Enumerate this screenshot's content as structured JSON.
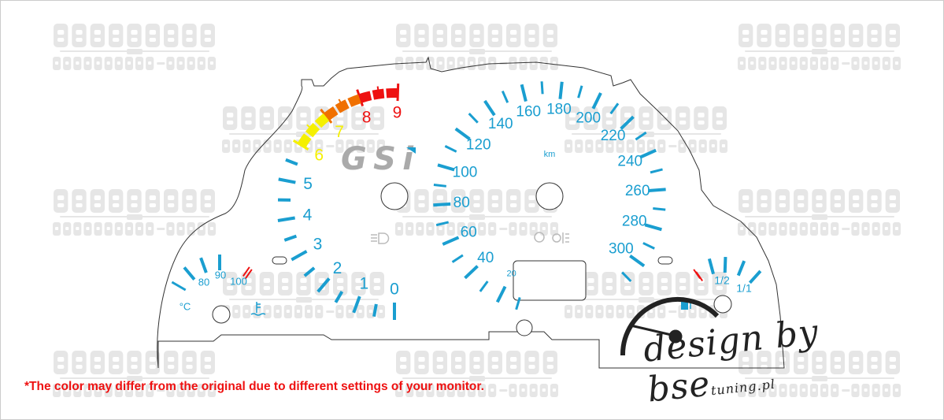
{
  "watermark": {
    "brand": "BSEDESIGN",
    "sub": "LTD",
    "tagline": "INVENTIONS-IDEAS"
  },
  "tachometer": {
    "labels": [
      "0",
      "1",
      "2",
      "3",
      "4",
      "5",
      "6",
      "7",
      "8",
      "9"
    ],
    "yellow_from": 6,
    "orange_from": 7,
    "red_from": 8
  },
  "speedometer": {
    "labels": [
      "20",
      "40",
      "60",
      "80",
      "100",
      "120",
      "140",
      "160",
      "180",
      "200",
      "220",
      "240",
      "260",
      "280",
      "300"
    ],
    "unit": "km"
  },
  "temperature": {
    "labels": [
      "80",
      "90",
      "100"
    ],
    "unit": "°C"
  },
  "fuel": {
    "labels": [
      "1/2",
      "1/1"
    ]
  },
  "logo": "GSi",
  "signature": {
    "main": "design by bse",
    "suffix": "tuning.pl"
  },
  "notice": "*The color may differ from the original due to different settings of your monitor.",
  "colors": {
    "blue": "#1a9ed0",
    "yellow": "#f5f000",
    "orange": "#f07000",
    "red": "#ee1111",
    "gray": "#aaaaaa"
  }
}
